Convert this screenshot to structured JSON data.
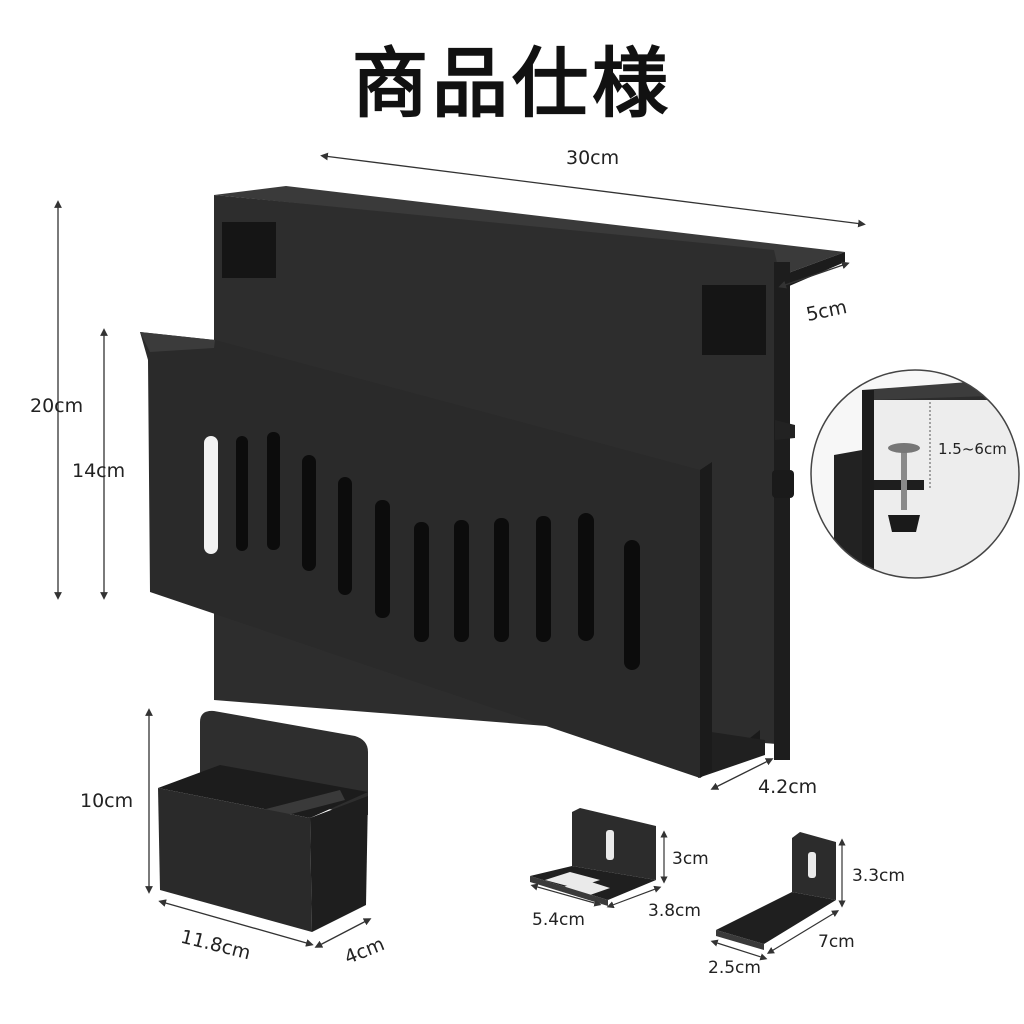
{
  "title": "商品仕様",
  "main_rack": {
    "width": "30cm",
    "depth": "5cm",
    "height": "20cm",
    "front_height": "14cm",
    "bottom_depth": "4.2cm"
  },
  "clamp_detail": {
    "range": "1.5~6cm"
  },
  "cup": {
    "height": "10cm",
    "width": "11.8cm",
    "depth": "4cm"
  },
  "hook_small": {
    "height": "3cm",
    "width": "5.4cm",
    "depth": "3.8cm"
  },
  "hook_large": {
    "height": "3.3cm",
    "depth": "7cm",
    "width": "2.5cm"
  },
  "colors": {
    "product": "#2b2b2b",
    "product_dark": "#1a1a1a",
    "dimension_line": "#333333",
    "velcro": "#151515"
  }
}
